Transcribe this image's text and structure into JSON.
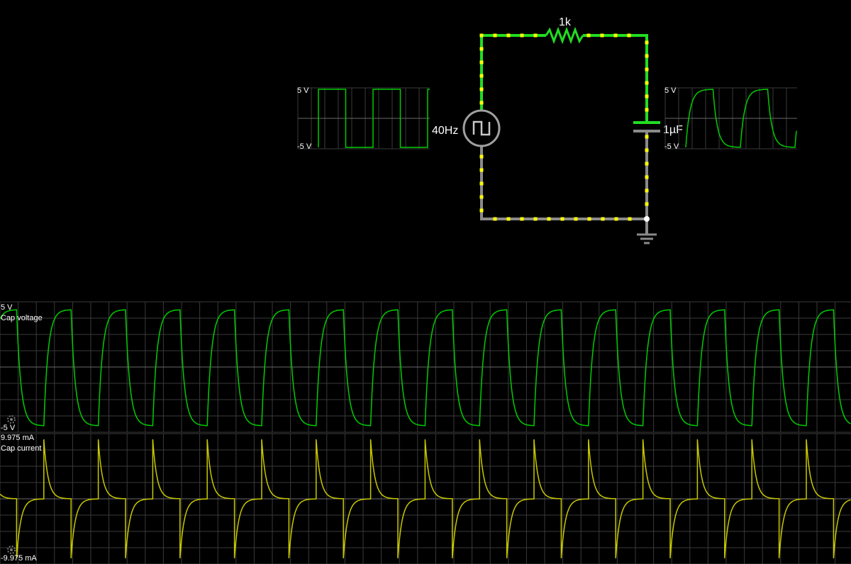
{
  "circuit": {
    "resistor_label": "1k",
    "source_label": "40Hz",
    "capacitor_label": "1µF",
    "wire_color_active": "#22dd22",
    "wire_color_idle": "#888888",
    "current_dot_color": "#ffff00"
  },
  "mini_scopes": {
    "source": {
      "top_label": "5 V",
      "bottom_label": "-5 V",
      "trace_color": "#00cc00"
    },
    "cap": {
      "top_label": "5 V",
      "bottom_label": "-5 V",
      "trace_color": "#00cc00"
    }
  },
  "scopes": {
    "voltage": {
      "top_label": "5 V",
      "name": "Cap voltage",
      "bottom_label": "-5 V",
      "trace_color": "#00cc00"
    },
    "current": {
      "top_label": "9.975 mA",
      "name": "Cap current",
      "bottom_label": "-9.975 mA",
      "trace_color": "#c8c800"
    }
  },
  "icons": [
    "gear-icon",
    "gear-icon"
  ]
}
